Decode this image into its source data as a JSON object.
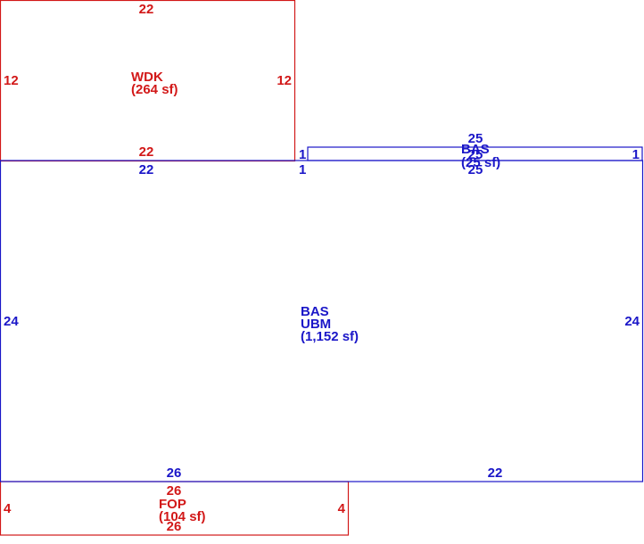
{
  "colors": {
    "deck": "#d21818",
    "base": "#1a16c8",
    "background": "#ffffff"
  },
  "wdk": {
    "name": "WDK",
    "area": "(264 sf)",
    "dim_top": "22",
    "dim_bottom": "22",
    "dim_left": "12",
    "dim_right": "12"
  },
  "bas_small": {
    "name": "BAS",
    "area": "(25 sf)",
    "dim_top": "25",
    "dim_bottom": "25",
    "dim_left": "1",
    "dim_right": "1",
    "overlap_mark": "25"
  },
  "bas_main": {
    "name": "BAS",
    "subname": "UBM",
    "area": "(1,152 sf)",
    "dim_top": "22",
    "dim_top_right": "1",
    "dim_left": "24",
    "dim_right": "24",
    "dim_bottom_left": "26",
    "dim_bottom_right": "22"
  },
  "fop": {
    "name": "FOP",
    "area": "(104 sf)",
    "dim_top": "26",
    "dim_bottom": "26",
    "dim_left": "4",
    "dim_right": "4"
  }
}
